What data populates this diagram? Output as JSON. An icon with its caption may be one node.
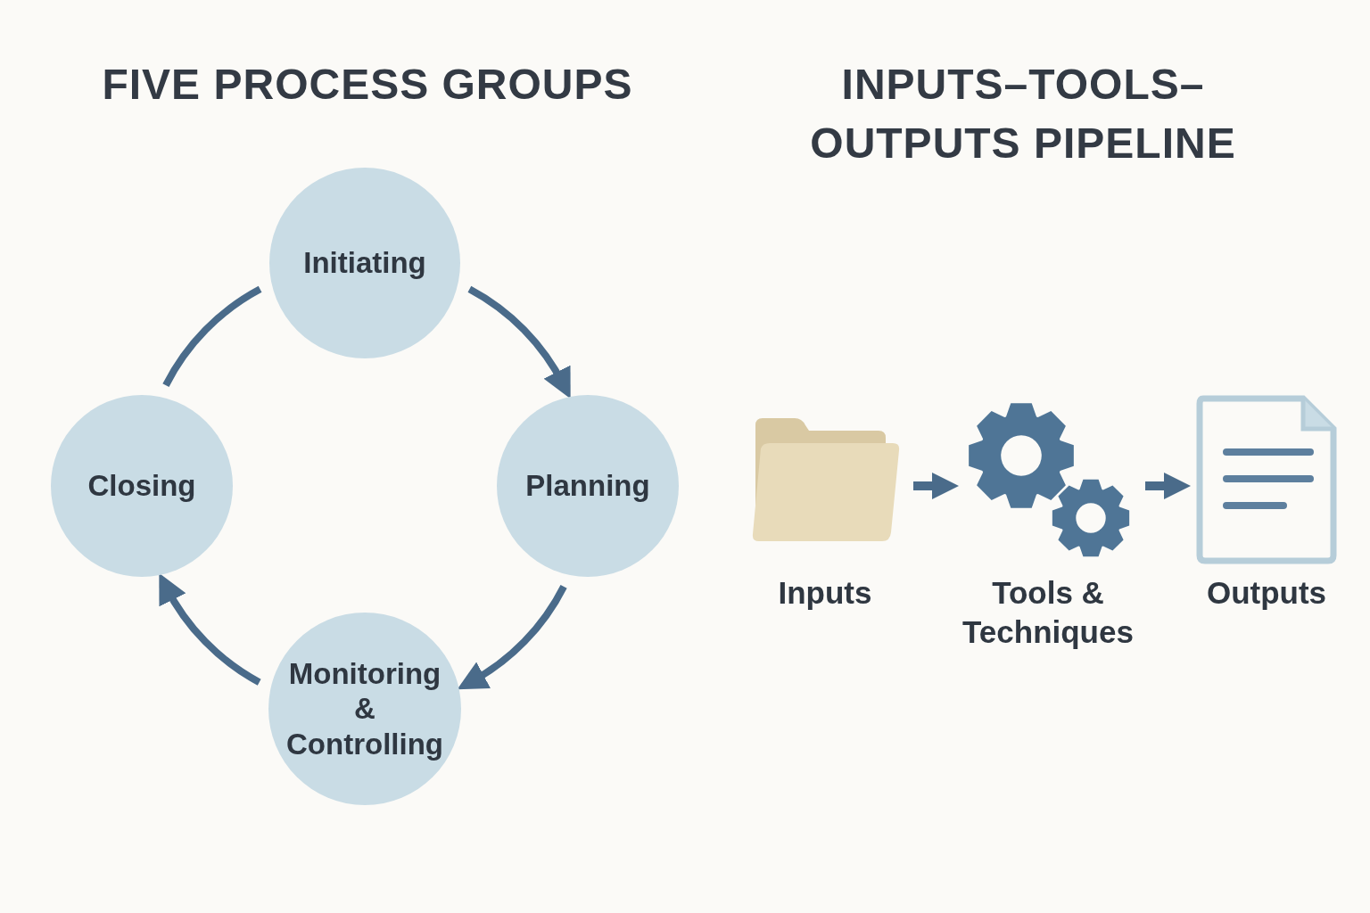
{
  "diagram": {
    "nodes": [
      {
        "text": [
          "Initiating"
        ]
      },
      {
        "text": [
          "Planning"
        ]
      },
      {
        "text": [
          "Monitoring & Controlling"
        ]
      },
      {
        "text": [
          "Closing"
        ]
      },
      {
        "text": [
          "Inputs"
        ]
      },
      {
        "text": [
          "Tools & Techniques"
        ]
      },
      {
        "text": [
          "Outputs"
        ]
      }
    ],
    "edges": [
      {
        "from": 0,
        "to": 1,
        "arrow": "to"
      },
      {
        "from": 1,
        "to": 2,
        "arrow": "to"
      },
      {
        "from": 2,
        "to": 3,
        "arrow": "to"
      },
      {
        "from": 3,
        "to": 0,
        "arrow": "none"
      },
      {
        "from": 4,
        "to": 5,
        "arrow": "to"
      },
      {
        "from": 5,
        "to": 6,
        "arrow": "to"
      }
    ],
    "labels": [
      "FIVE PROCESS GROUPS",
      "INPUTS–TOOLS–OUTPUTS PIPELINE"
    ]
  }
}
